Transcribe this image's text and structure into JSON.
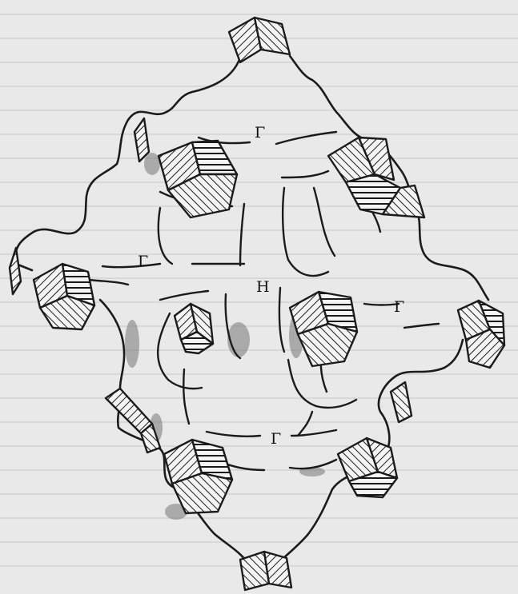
{
  "figure": {
    "labels": {
      "gamma_top": "Γ",
      "gamma_left": "Γ",
      "gamma_right": "Γ",
      "gamma_bottom": "Γ",
      "h_center": "H"
    }
  },
  "colors": {
    "paper": "#e9e9e9",
    "ink": "#1b1b1b"
  }
}
